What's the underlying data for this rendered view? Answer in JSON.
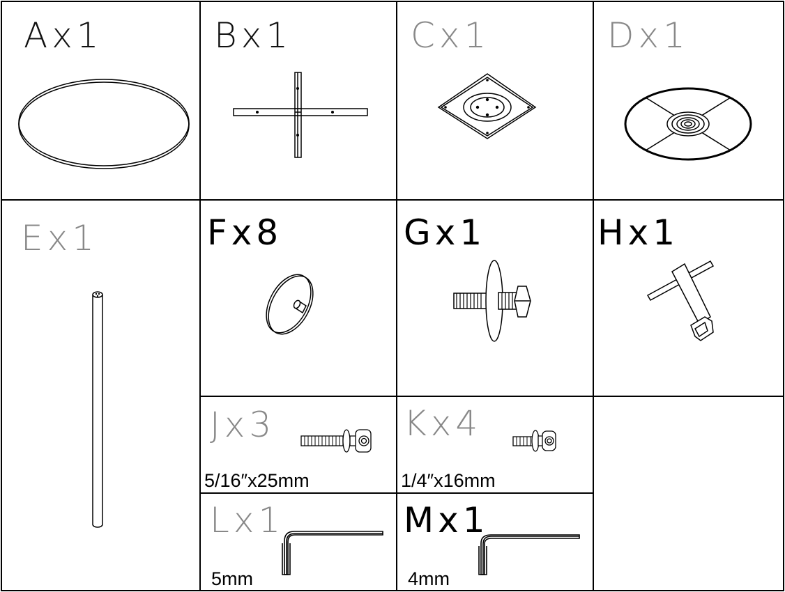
{
  "parts": [
    {
      "letter": "A",
      "label": "Ax1"
    },
    {
      "letter": "B",
      "label": "Bx1"
    },
    {
      "letter": "C",
      "label": "Cx1"
    },
    {
      "letter": "D",
      "label": "Dx1"
    },
    {
      "letter": "E",
      "label": "Ex1"
    },
    {
      "letter": "F",
      "label": "Fx8"
    },
    {
      "letter": "G",
      "label": "Gx1"
    },
    {
      "letter": "H",
      "label": "Hx1"
    },
    {
      "letter": "J",
      "label": "Jx3",
      "size": "5/16″x25mm"
    },
    {
      "letter": "K",
      "label": "Kx4",
      "size": "1/4″x16mm"
    },
    {
      "letter": "L",
      "label": "Lx1",
      "size": "5mm"
    },
    {
      "letter": "M",
      "label": "Mx1",
      "size": "4mm"
    }
  ]
}
